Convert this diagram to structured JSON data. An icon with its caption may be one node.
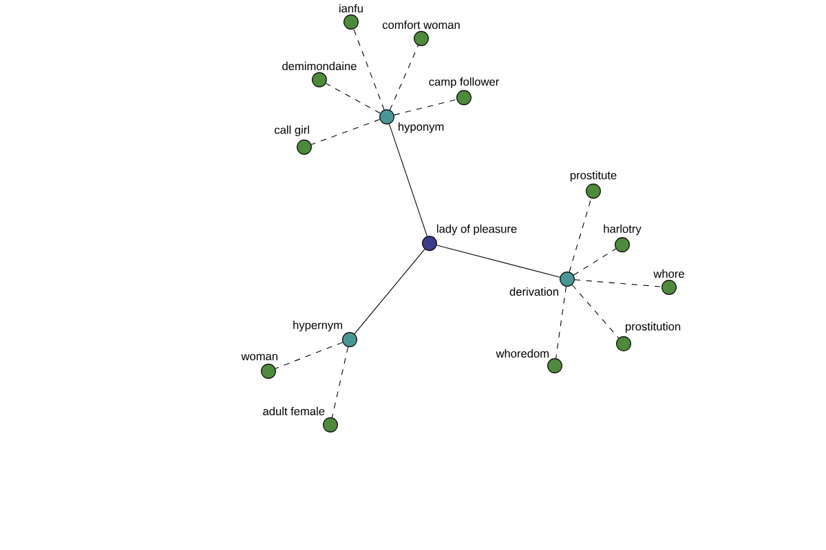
{
  "diagram": {
    "nodes": [
      {
        "text": [
          "lady of pleasure"
        ]
      },
      {
        "text": [
          "hyponym"
        ]
      },
      {
        "text": [
          "ianfu"
        ]
      },
      {
        "text": [
          "comfort woman"
        ]
      },
      {
        "text": [
          "demimondaine"
        ]
      },
      {
        "text": [
          "camp follower"
        ]
      },
      {
        "text": [
          "call girl"
        ]
      },
      {
        "text": [
          "derivation"
        ]
      },
      {
        "text": [
          "prostitute"
        ]
      },
      {
        "text": [
          "harlotry"
        ]
      },
      {
        "text": [
          "whore"
        ]
      },
      {
        "text": [
          "prostitution"
        ]
      },
      {
        "text": [
          "whoredom"
        ]
      },
      {
        "text": [
          "hypernym"
        ]
      },
      {
        "text": [
          "woman"
        ]
      },
      {
        "text": [
          "adult female"
        ]
      }
    ],
    "edges": [
      {
        "from": 0,
        "to": 1,
        "arrow": "none"
      },
      {
        "from": 0,
        "to": 7,
        "arrow": "none"
      },
      {
        "from": 0,
        "to": 13,
        "arrow": "none"
      },
      {
        "from": 1,
        "to": 2,
        "arrow": "none",
        "style": "dashed"
      },
      {
        "from": 1,
        "to": 3,
        "arrow": "none",
        "style": "dashed"
      },
      {
        "from": 1,
        "to": 4,
        "arrow": "none",
        "style": "dashed"
      },
      {
        "from": 1,
        "to": 5,
        "arrow": "none",
        "style": "dashed"
      },
      {
        "from": 1,
        "to": 6,
        "arrow": "none",
        "style": "dashed"
      },
      {
        "from": 7,
        "to": 8,
        "arrow": "none",
        "style": "dashed"
      },
      {
        "from": 7,
        "to": 9,
        "arrow": "none",
        "style": "dashed"
      },
      {
        "from": 7,
        "to": 10,
        "arrow": "none",
        "style": "dashed"
      },
      {
        "from": 7,
        "to": 11,
        "arrow": "none",
        "style": "dashed"
      },
      {
        "from": 7,
        "to": 12,
        "arrow": "none",
        "style": "dashed"
      },
      {
        "from": 13,
        "to": 14,
        "arrow": "none",
        "style": "dashed"
      },
      {
        "from": 13,
        "to": 15,
        "arrow": "none",
        "style": "dashed"
      }
    ]
  }
}
